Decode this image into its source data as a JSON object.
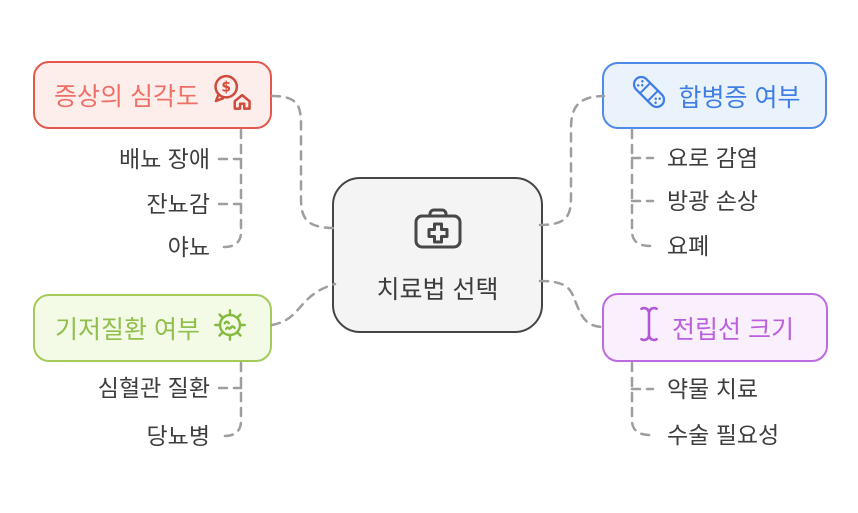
{
  "center": {
    "label": "치료법 선택",
    "icon": "first-aid-kit-icon"
  },
  "branches": [
    {
      "id": "symptom-severity",
      "label": "증상의 심각도",
      "icon": "money-house-icon",
      "accent": "#e4574c",
      "background": "#fdeeec",
      "text_color": "#ee6f66",
      "children": [
        "배뇨 장애",
        "잔뇨감",
        "야뇨"
      ]
    },
    {
      "id": "complications",
      "label": "합병증 여부",
      "icon": "bandage-icon",
      "accent": "#4e8be8",
      "background": "#eaf2fc",
      "text_color": "#3f7ee6",
      "children": [
        "요로 감염",
        "방광 손상",
        "요폐"
      ]
    },
    {
      "id": "underlying-conditions",
      "label": "기저질환 여부",
      "icon": "virus-icon",
      "accent": "#a6c95c",
      "background": "#f3fae6",
      "text_color": "#90bf4b",
      "children": [
        "심혈관 질환",
        "당뇨병"
      ]
    },
    {
      "id": "prostate-size",
      "label": "전립선 크기",
      "icon": "height-icon",
      "accent": "#bd6cdf",
      "background": "#faf0fd",
      "text_color": "#bb5fdd",
      "children": [
        "약물 치료",
        "수술 필요성"
      ]
    }
  ],
  "palette": {
    "connector": "#9e9e9e",
    "center_border": "#454545",
    "center_background": "#f4f4f4",
    "center_text": "#3c3c3c",
    "child_text": "#3e3e3e"
  }
}
